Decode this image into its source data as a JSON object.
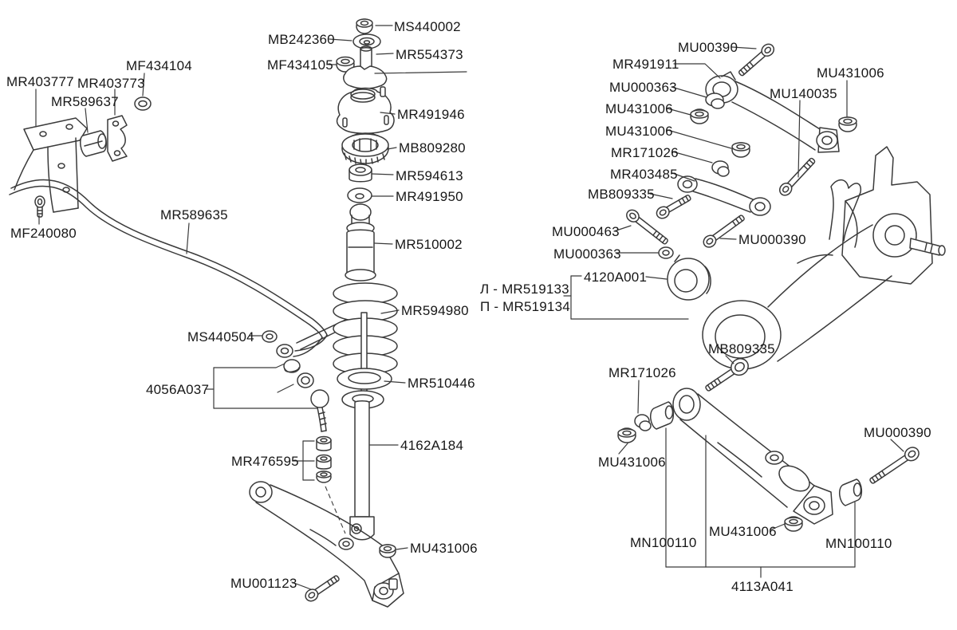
{
  "diagram": {
    "kind": "exploded-parts-diagram",
    "subject": "rear suspension parts",
    "background_color": "#ffffff",
    "line_color": "#3a3a3a",
    "text_color": "#171717"
  },
  "labels": [
    {
      "text": "MS440002"
    },
    {
      "text": "MB242360"
    },
    {
      "text": "MR554373"
    },
    {
      "text": "MF434105"
    },
    {
      "text": "MR403777"
    },
    {
      "text": "MR403773"
    },
    {
      "text": "MF434104"
    },
    {
      "text": "MR589637"
    },
    {
      "text": "MF240080"
    },
    {
      "text": "MR589635"
    },
    {
      "text": "MR491946"
    },
    {
      "text": "MB809280"
    },
    {
      "text": "MR594613"
    },
    {
      "text": "MR491950"
    },
    {
      "text": "MR510002"
    },
    {
      "text": "MR594980"
    },
    {
      "text": "MS440504"
    },
    {
      "text": "4056A037"
    },
    {
      "text": "MR510446"
    },
    {
      "text": "MR476595"
    },
    {
      "text": "4162A184"
    },
    {
      "text": "MU431006"
    },
    {
      "text": "MU001123"
    },
    {
      "text": "MU00390"
    },
    {
      "text": "MR491911"
    },
    {
      "text": "MU431006"
    },
    {
      "text": "MU000363"
    },
    {
      "text": "MU431006"
    },
    {
      "text": "MU140035"
    },
    {
      "text": "MU431006"
    },
    {
      "text": "MR171026"
    },
    {
      "text": "MR403485"
    },
    {
      "text": "MB809335"
    },
    {
      "text": "MU000463"
    },
    {
      "text": "MU000390"
    },
    {
      "text": "MU000363"
    },
    {
      "text": "4120A001"
    },
    {
      "text": "Л - MR519133"
    },
    {
      "text": "П - MR519134"
    },
    {
      "text": "MB809335"
    },
    {
      "text": "MR171026"
    },
    {
      "text": "MU431006"
    },
    {
      "text": "MU000390"
    },
    {
      "text": "MU431006"
    },
    {
      "text": "MN100110"
    },
    {
      "text": "MN100110"
    },
    {
      "text": "4113A041"
    }
  ]
}
